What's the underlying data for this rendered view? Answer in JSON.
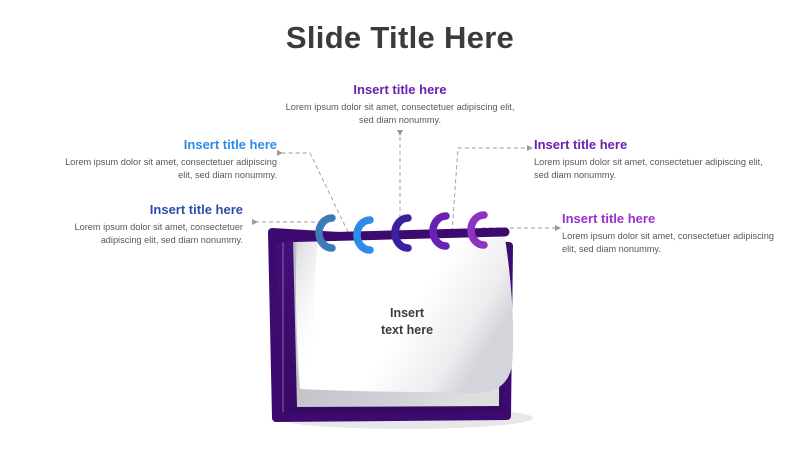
{
  "slide": {
    "title": "Slide Title Here",
    "title_color": "#3b3b3f",
    "background": "#ffffff"
  },
  "notepad": {
    "page_text_line1": "Insert",
    "page_text_line2": "text here",
    "page_text_color": "#3b3b3f",
    "cover_color": "#3d0b70",
    "inner_page_color": "#c9c9ce",
    "front_page_color": "#ffffff",
    "rings": [
      {
        "index": 1,
        "color": "#3d7ab8",
        "name": "ring-1"
      },
      {
        "index": 2,
        "color": "#2e8be8",
        "name": "ring-2"
      },
      {
        "index": 3,
        "color": "#3b1f9e",
        "name": "ring-3"
      },
      {
        "index": 4,
        "color": "#6a20b0",
        "name": "ring-4"
      },
      {
        "index": 5,
        "color": "#8a35c0",
        "name": "ring-5"
      }
    ]
  },
  "callouts": [
    {
      "id": "callout-top",
      "position": "top-center",
      "title": "Insert title here",
      "title_color": "#6a20b0",
      "body": "Lorem ipsum dolor sit amet, consectetuer adipiscing elit, sed diam nonummy.",
      "align": "center"
    },
    {
      "id": "callout-left-1",
      "position": "upper-left",
      "title": "Insert title here",
      "title_color": "#2e8be8",
      "body": "Lorem ipsum dolor sit amet, consectetuer adipiscing elit, sed diam nonummy.",
      "align": "right"
    },
    {
      "id": "callout-left-2",
      "position": "lower-left",
      "title": "Insert title here",
      "title_color": "#2b4fa8",
      "body": "Lorem ipsum dolor sit amet, consectetuer adipiscing elit, sed diam nonummy.",
      "align": "right"
    },
    {
      "id": "callout-right-1",
      "position": "upper-right",
      "title": "Insert title here",
      "title_color": "#6a20b0",
      "body": "Lorem ipsum dolor sit amet, consectetuer adipiscing elit, sed diam nonummy.",
      "align": "left"
    },
    {
      "id": "callout-right-2",
      "position": "lower-right",
      "title": "Insert title here",
      "title_color": "#9b30d0",
      "body": "Lorem ipsum dolor sit amet, consectetuer adipiscing elit, sed diam nonummy.",
      "align": "left"
    }
  ],
  "connectors": {
    "color": "#9a9aa0",
    "style": "dashed-with-arrowhead",
    "count": 5
  }
}
